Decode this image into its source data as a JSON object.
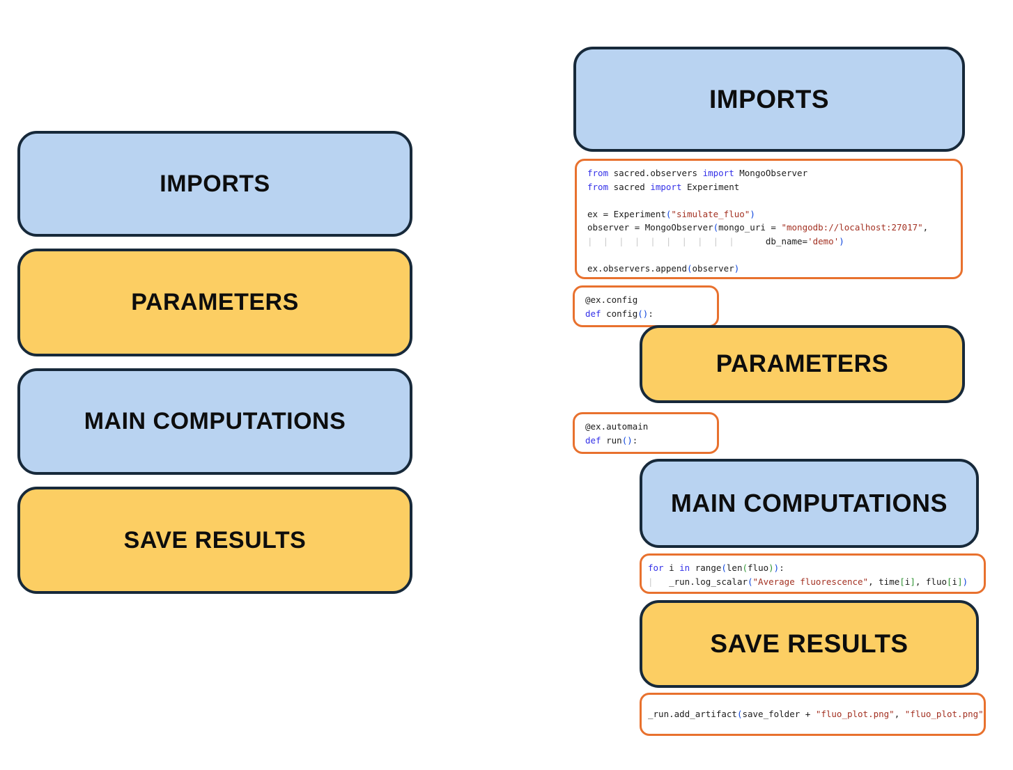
{
  "colors": {
    "box_blue": "#b9d3f1",
    "box_yellow": "#fcce63",
    "box_border": "#17293a",
    "code_border": "#e8712e",
    "code_bg": "#ffffff",
    "code_text": "#1c1c1c",
    "code_keyword": "#3330e8",
    "code_string": "#a33122",
    "code_paren1": "#0c44dd",
    "code_paren2": "#2e9331",
    "code_guide": "#c9c9c9",
    "page_bg": "#ffffff",
    "header_text": "#0d0d0d"
  },
  "left_column": {
    "boxes": [
      {
        "label": "IMPORTS",
        "color": "blue"
      },
      {
        "label": "PARAMETERS",
        "color": "yellow"
      },
      {
        "label": "MAIN COMPUTATIONS",
        "color": "blue"
      },
      {
        "label": "SAVE RESULTS",
        "color": "yellow"
      }
    ]
  },
  "right_column": {
    "headers": [
      {
        "label": "IMPORTS",
        "color": "blue"
      },
      {
        "label": "PARAMETERS",
        "color": "yellow"
      },
      {
        "label": "MAIN COMPUTATIONS",
        "color": "blue"
      },
      {
        "label": "SAVE RESULTS",
        "color": "yellow"
      }
    ],
    "code_blocks": {
      "imports_setup": {
        "lines": [
          [
            {
              "c": "kw",
              "t": "from"
            },
            {
              "c": "pl",
              "t": " sacred.observers "
            },
            {
              "c": "kw",
              "t": "import"
            },
            {
              "c": "pl",
              "t": " MongoObserver"
            }
          ],
          [
            {
              "c": "kw",
              "t": "from"
            },
            {
              "c": "pl",
              "t": " sacred "
            },
            {
              "c": "kw",
              "t": "import"
            },
            {
              "c": "pl",
              "t": " Experiment"
            }
          ],
          [],
          [
            {
              "c": "pl",
              "t": "ex = Experiment"
            },
            {
              "c": "p1",
              "t": "("
            },
            {
              "c": "str",
              "t": "\"simulate_fluo\""
            },
            {
              "c": "p1",
              "t": ")"
            }
          ],
          [
            {
              "c": "pl",
              "t": "observer = MongoObserver"
            },
            {
              "c": "p1",
              "t": "("
            },
            {
              "c": "pl",
              "t": "mongo_uri = "
            },
            {
              "c": "str",
              "t": "\"mongodb://localhost:27017\""
            },
            {
              "c": "pl",
              "t": ","
            }
          ],
          [
            {
              "c": "guide",
              "t": "|  |  |  |  |  |  |  |  |  |"
            },
            {
              "c": "pl",
              "t": "      db_name="
            },
            {
              "c": "str",
              "t": "'demo'"
            },
            {
              "c": "p1",
              "t": ")"
            }
          ],
          [],
          [
            {
              "c": "pl",
              "t": "ex.observers.append"
            },
            {
              "c": "p1",
              "t": "("
            },
            {
              "c": "pl",
              "t": "observer"
            },
            {
              "c": "p1",
              "t": ")"
            }
          ]
        ]
      },
      "config_decorator": {
        "lines": [
          [
            {
              "c": "pl",
              "t": "@ex.config"
            }
          ],
          [
            {
              "c": "kw",
              "t": "def"
            },
            {
              "c": "pl",
              "t": " config"
            },
            {
              "c": "p1",
              "t": "()"
            },
            {
              "c": "pl",
              "t": ":"
            }
          ]
        ]
      },
      "automain_decorator": {
        "lines": [
          [
            {
              "c": "pl",
              "t": "@ex.automain"
            }
          ],
          [
            {
              "c": "kw",
              "t": "def"
            },
            {
              "c": "pl",
              "t": " run"
            },
            {
              "c": "p1",
              "t": "()"
            },
            {
              "c": "pl",
              "t": ":"
            }
          ]
        ]
      },
      "log_loop": {
        "lines": [
          [
            {
              "c": "kw",
              "t": "for"
            },
            {
              "c": "pl",
              "t": " i "
            },
            {
              "c": "kw",
              "t": "in"
            },
            {
              "c": "pl",
              "t": " range"
            },
            {
              "c": "p1",
              "t": "("
            },
            {
              "c": "pl",
              "t": "len"
            },
            {
              "c": "p2",
              "t": "("
            },
            {
              "c": "pl",
              "t": "fluo"
            },
            {
              "c": "p2",
              "t": ")"
            },
            {
              "c": "p1",
              "t": ")"
            },
            {
              "c": "pl",
              "t": ":"
            }
          ],
          [
            {
              "c": "guide",
              "t": "|"
            },
            {
              "c": "pl",
              "t": "   _run.log_scalar"
            },
            {
              "c": "p1",
              "t": "("
            },
            {
              "c": "str",
              "t": "\"Average fluorescence\""
            },
            {
              "c": "pl",
              "t": ", time"
            },
            {
              "c": "p2",
              "t": "["
            },
            {
              "c": "pl",
              "t": "i"
            },
            {
              "c": "p2",
              "t": "]"
            },
            {
              "c": "pl",
              "t": ", fluo"
            },
            {
              "c": "p2",
              "t": "["
            },
            {
              "c": "pl",
              "t": "i"
            },
            {
              "c": "p2",
              "t": "]"
            },
            {
              "c": "p1",
              "t": ")"
            }
          ]
        ]
      },
      "add_artifact": {
        "lines": [
          [
            {
              "c": "pl",
              "t": "_run.add_artifact"
            },
            {
              "c": "p1",
              "t": "("
            },
            {
              "c": "pl",
              "t": "save_folder + "
            },
            {
              "c": "str",
              "t": "\"fluo_plot.png\""
            },
            {
              "c": "pl",
              "t": ", "
            },
            {
              "c": "str",
              "t": "\"fluo_plot.png\""
            },
            {
              "c": "p1",
              "t": ")"
            }
          ]
        ]
      }
    }
  }
}
